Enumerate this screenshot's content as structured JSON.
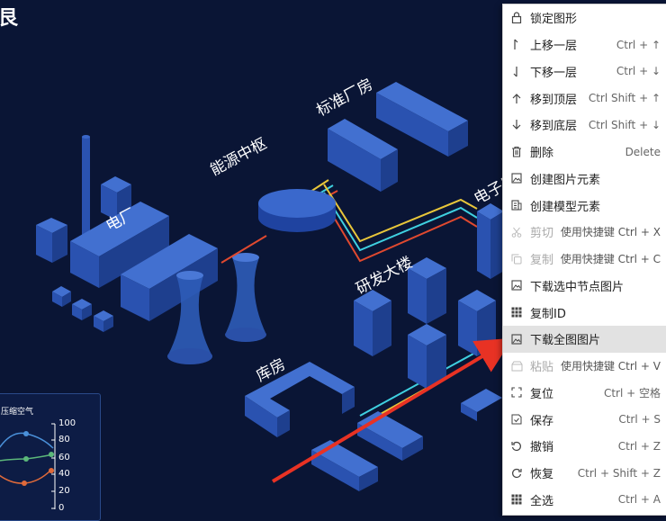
{
  "scene": {
    "corner_title": "艮",
    "labels": {
      "power_plant": "电厂",
      "energy_hub": "能源中枢",
      "standard_plant": "标准厂房",
      "rd_building": "研发大楼",
      "electronics": "电子厂",
      "warehouse": "库房"
    }
  },
  "mini_chart": {
    "title": "压缩空气",
    "y_ticks": [
      "100",
      "80",
      "60",
      "40",
      "20",
      "0"
    ]
  },
  "menu": {
    "items": [
      {
        "label": "锁定图形",
        "shortcut": "",
        "icon": "lock-icon",
        "disabled": false
      },
      {
        "label": "上移一层",
        "shortcut": "Ctrl + ↑",
        "icon": "arrow-up-icon",
        "disabled": false
      },
      {
        "label": "下移一层",
        "shortcut": "Ctrl + ↓",
        "icon": "arrow-down-icon",
        "disabled": false
      },
      {
        "label": "移到顶层",
        "shortcut": "Ctrl Shift + ↑",
        "icon": "arrow-top-icon",
        "disabled": false
      },
      {
        "label": "移到底层",
        "shortcut": "Ctrl Shift + ↓",
        "icon": "arrow-bottom-icon",
        "disabled": false
      },
      {
        "label": "删除",
        "shortcut": "Delete",
        "icon": "trash-icon",
        "disabled": false
      },
      {
        "label": "创建图片元素",
        "shortcut": "",
        "icon": "image-icon",
        "disabled": false
      },
      {
        "label": "创建模型元素",
        "shortcut": "",
        "icon": "model-icon",
        "disabled": false
      },
      {
        "label": "剪切",
        "shortcut": "使用快捷键 Ctrl + X",
        "icon": "scissors-icon",
        "disabled": true
      },
      {
        "label": "复制",
        "shortcut": "使用快捷键 Ctrl + C",
        "icon": "copy-icon",
        "disabled": true
      },
      {
        "label": "下载选中节点图片",
        "shortcut": "",
        "icon": "image-icon",
        "disabled": false
      },
      {
        "label": "复制ID",
        "shortcut": "",
        "icon": "grid-icon",
        "disabled": false
      },
      {
        "label": "下载全图图片",
        "shortcut": "",
        "icon": "image-icon",
        "disabled": false,
        "active": true
      },
      {
        "label": "粘贴",
        "shortcut": "使用快捷键 Ctrl + V",
        "icon": "paste-icon",
        "disabled": true
      },
      {
        "label": "复位",
        "shortcut": "Ctrl + 空格",
        "icon": "reset-icon",
        "disabled": false
      },
      {
        "label": "保存",
        "shortcut": "Ctrl + S",
        "icon": "save-icon",
        "disabled": false
      },
      {
        "label": "撤销",
        "shortcut": "Ctrl + Z",
        "icon": "undo-icon",
        "disabled": false
      },
      {
        "label": "恢复",
        "shortcut": "Ctrl + Shift + Z",
        "icon": "redo-icon",
        "disabled": false
      },
      {
        "label": "全选",
        "shortcut": "Ctrl + A",
        "icon": "grid-icon",
        "disabled": false
      }
    ]
  },
  "colors": {
    "background": "#0a1535",
    "building": "#2d56b3",
    "pipe_yellow": "#e8c63a",
    "pipe_cyan": "#3fd0e0",
    "pipe_red": "#e0492f",
    "arrow": "#e83224",
    "chart_blue": "#4a90d9",
    "chart_green": "#5cb87a",
    "chart_orange": "#e06a3a"
  }
}
